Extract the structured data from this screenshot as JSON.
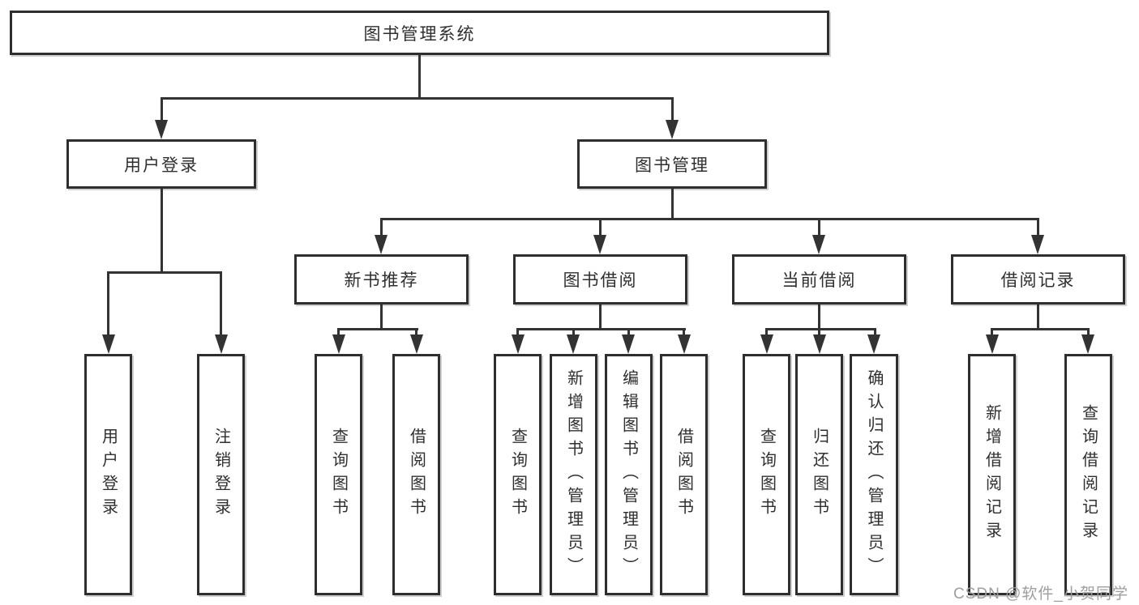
{
  "diagram": {
    "title": "图书管理系统",
    "branches": [
      {
        "label": "用户登录",
        "children": [
          {
            "label": "用户登录"
          },
          {
            "label": "注销登录"
          }
        ]
      },
      {
        "label": "图书管理",
        "sections": [
          {
            "label": "新书推荐",
            "children": [
              {
                "label": "查询图书"
              },
              {
                "label": "借阅图书"
              }
            ]
          },
          {
            "label": "图书借阅",
            "children": [
              {
                "label": "查询图书"
              },
              {
                "label": "新增图书（管理员）"
              },
              {
                "label": "编辑图书（管理员）"
              },
              {
                "label": "借阅图书"
              }
            ]
          },
          {
            "label": "当前借阅",
            "children": [
              {
                "label": "查询图书"
              },
              {
                "label": "归还图书"
              },
              {
                "label": "确认归还（管理员）"
              }
            ]
          },
          {
            "label": "借阅记录",
            "children": [
              {
                "label": "新增借阅记录"
              },
              {
                "label": "查询借阅记录"
              }
            ]
          }
        ]
      }
    ]
  },
  "watermark": "CSDN @软件_小贺同学",
  "colors": {
    "line": "#333333",
    "box_border": "#2e2e2e",
    "box_fill": "#ffffff",
    "text": "#2f2f2f",
    "watermark": "#9e9e9e"
  }
}
